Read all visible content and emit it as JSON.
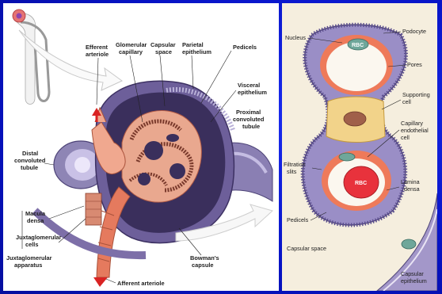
{
  "left_diagram": {
    "labels": {
      "efferent_arteriole": [
        "Efferent",
        "arteriole"
      ],
      "glomerular_capillary": [
        "Glomerular",
        "capillary"
      ],
      "capsular_space": [
        "Capsular",
        "space"
      ],
      "parietal_epithelium": [
        "Parietal",
        "epithelium"
      ],
      "pedicels": "Pedicels",
      "visceral_epithelium": [
        "Visceral",
        "epithelium"
      ],
      "proximal_convoluted_tubule": [
        "Proximal",
        "convoluted",
        "tubule"
      ],
      "distal_convoluted_tubule": [
        "Distal",
        "convoluted",
        "tubule"
      ],
      "macula_densa": [
        "Macula",
        "densa"
      ],
      "juxtaglomerular_cells": [
        "Juxtaglomerular",
        "cells"
      ],
      "juxtaglomerular_apparatus": [
        "Juxtaglomerular",
        "apparatus"
      ],
      "afferent_arteriole": "Afferent arteriole",
      "bowmans_capsule": [
        "Bowman's",
        "capsule"
      ]
    }
  },
  "right_diagram": {
    "labels": {
      "nucleus": "Nucleus",
      "podocyte": "Podocyte",
      "rbc": "RBC",
      "pores": "Pores",
      "supporting_cell": [
        "Supporting",
        "cell"
      ],
      "capillary_endothelial_cell": [
        "Capillary",
        "endothelial",
        "cell"
      ],
      "filtration_slits": [
        "Filtration",
        "slits"
      ],
      "rbc_lower": "RBC",
      "lamina_densa": [
        "Lamina",
        "densa"
      ],
      "pedicels": "Pedicels",
      "capsular_space": "Capsular space",
      "capsular_epithelium": [
        "Capsular",
        "epithelium"
      ]
    }
  },
  "colors": {
    "slide_background": "#0a14d8",
    "vessel": "#e07a5f",
    "capsule": "#7d6fa8",
    "rbc": "#e8323c",
    "cytoplasm": "#f2d38a",
    "nucleus": "#6fa79a"
  }
}
